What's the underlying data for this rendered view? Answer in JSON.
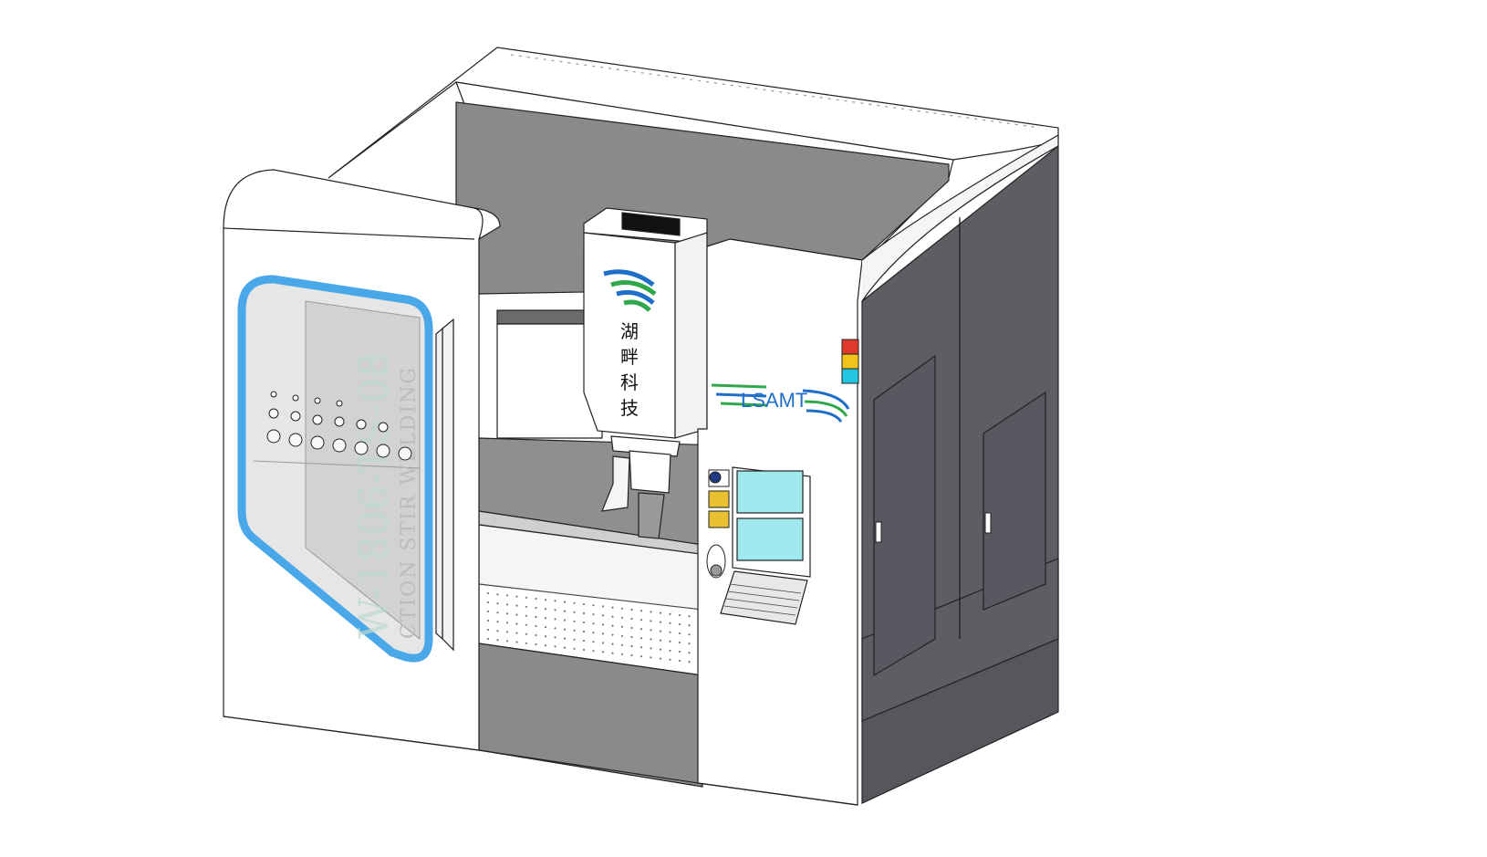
{
  "machine": {
    "brand": "LSAMT",
    "spindle_logo_text": [
      "湖",
      "畔",
      "科",
      "技"
    ],
    "door_model_text": "W-1806-TS-08",
    "door_model_subtext": "CTION STIR WELDING",
    "colors": {
      "door_window_border": "#4aa8e8",
      "logo_blue": "#1f6fc9",
      "logo_green": "#2ea84a",
      "screen_cyan": "#9ee8ee",
      "cabinet_dark": "#5f5c62",
      "interior_gray": "#8a8a8a",
      "signal_red": "#e0392b",
      "signal_yellow": "#f2c318",
      "signal_cyan": "#22c6e0"
    },
    "icons": [
      "signal-tower-icon",
      "emergency-stop-icon",
      "brand-logo-icon",
      "spindle-logo-icon",
      "hand-wheel-icon"
    ]
  }
}
